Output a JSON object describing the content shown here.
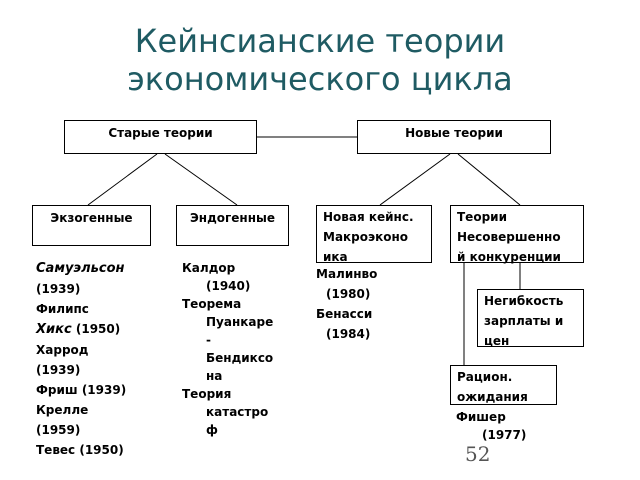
{
  "title": {
    "line1": "Кейнсианские теории",
    "line2": "экономического цикла"
  },
  "boxes": {
    "old": "Старые теории",
    "new": "Новые теории",
    "exo": "Экзогенные",
    "endo": "Эндогенные",
    "nk1": "Новая кейнс.",
    "nk2": "Макроэконо",
    "nk3": "ика",
    "imp1": "Теории",
    "imp2": "Несовершенно",
    "imp3": "й конкуренции",
    "wage1": "Негибкость",
    "wage2": "зарплаты и",
    "wage3": "цен",
    "rat1": "Рацион.",
    "rat2": "ожидания"
  },
  "lists": {
    "exo": [
      "Самуэльсон",
      "(1939)",
      "Филипс",
      "Хикс",
      "(1950)",
      "Харрод",
      "(1939)",
      "Фриш (1939)",
      "Крелле",
      "(1959)",
      "Тевес (1950)"
    ],
    "endo": [
      "Калдор",
      "(1940)",
      "Теорема",
      "Пуанкаре",
      "-",
      "Бендиксо",
      "на",
      "Теория",
      "катастро",
      "ф"
    ],
    "nk": [
      "Малинво",
      "(1980)",
      "Бенасси",
      "(1984)"
    ],
    "rat": [
      "Фишер",
      "(1977)"
    ]
  },
  "page_number": "52"
}
